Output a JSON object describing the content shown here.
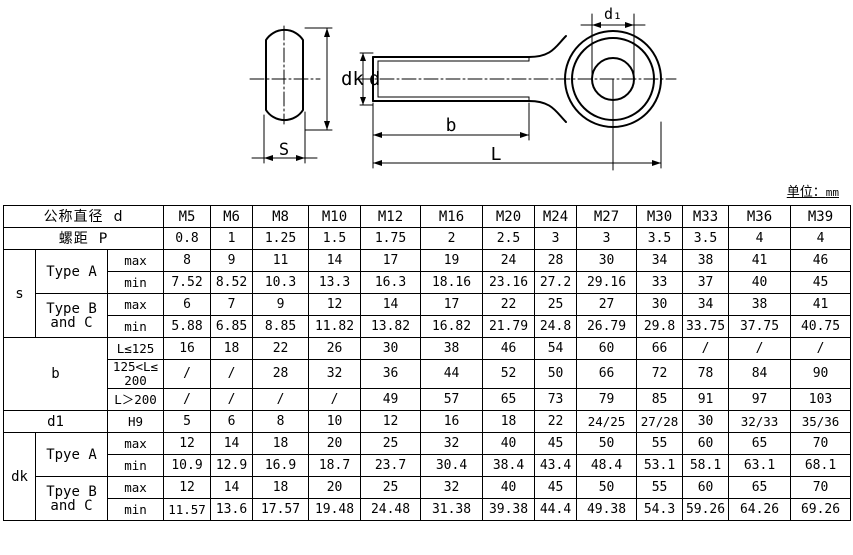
{
  "drawing": {
    "labels": {
      "dk": "dk",
      "d": "d",
      "s": "S",
      "b": "b",
      "l": "L",
      "d1": "d₁"
    },
    "description": "Eye bolt technical drawing: left side view of head showing S thickness and dk diameter; right elevation showing threaded shank of diameter d, thread length b, total length L, and eye bore d1"
  },
  "unit_note": {
    "label": "单位：",
    "unit": "mm"
  },
  "table": {
    "row_headers": {
      "nominal_diameter": "公称直径",
      "nominal_diameter_symbol": "d",
      "pitch": "螺距",
      "pitch_symbol": "P",
      "s": "s",
      "type_a": "Type A",
      "type_b_and_c": "Type B\nand C",
      "type_b": "Type B",
      "and_c": "and C",
      "b": "b",
      "b_cond_1": "L≤125",
      "b_cond_2_line1": "125<L≤",
      "b_cond_2_line2": "200",
      "b_cond_3": "L＞200",
      "d1": "d1",
      "h9": "H9",
      "dk": "dk",
      "tpye_a": "Tpye A",
      "tpye_b": "Tpye B",
      "tpye_and_c": "and C",
      "max": "max",
      "min": "min"
    },
    "columns": [
      "M5",
      "M6",
      "M8",
      "M10",
      "M12",
      "M16",
      "M20",
      "M24",
      "M27",
      "M30",
      "M33",
      "M36",
      "M39"
    ],
    "rows": {
      "pitch": [
        "0.8",
        "1",
        "1.25",
        "1.5",
        "1.75",
        "2",
        "2.5",
        "3",
        "3",
        "3.5",
        "3.5",
        "4",
        "4"
      ],
      "s_typeA_max": [
        "8",
        "9",
        "11",
        "14",
        "17",
        "19",
        "24",
        "28",
        "30",
        "34",
        "38",
        "41",
        "46"
      ],
      "s_typeA_min": [
        "7.52",
        "8.52",
        "10.3",
        "13.3",
        "16.3",
        "18.16",
        "23.16",
        "27.2",
        "29.16",
        "33",
        "37",
        "40",
        "45"
      ],
      "s_typeBC_max": [
        "6",
        "7",
        "9",
        "12",
        "14",
        "17",
        "22",
        "25",
        "27",
        "30",
        "34",
        "38",
        "41"
      ],
      "s_typeBC_min": [
        "5.88",
        "6.85",
        "8.85",
        "11.82",
        "13.82",
        "16.82",
        "21.79",
        "24.8",
        "26.79",
        "29.8",
        "33.75",
        "37.75",
        "40.75"
      ],
      "b_le125": [
        "16",
        "18",
        "22",
        "26",
        "30",
        "38",
        "46",
        "54",
        "60",
        "66",
        "/",
        "/",
        "/"
      ],
      "b_125_200": [
        "/",
        "/",
        "28",
        "32",
        "36",
        "44",
        "52",
        "50",
        "66",
        "72",
        "78",
        "84",
        "90"
      ],
      "b_gt200": [
        "/",
        "/",
        "/",
        "/",
        "49",
        "57",
        "65",
        "73",
        "79",
        "85",
        "91",
        "97",
        "103"
      ],
      "d1_h9": [
        "5",
        "6",
        "8",
        "10",
        "12",
        "16",
        "18",
        "22",
        "24/25",
        "27/28",
        "30",
        "32/33",
        "35/36"
      ],
      "dk_tpyeA_max": [
        "12",
        "14",
        "18",
        "20",
        "25",
        "32",
        "40",
        "45",
        "50",
        "55",
        "60",
        "65",
        "70"
      ],
      "dk_tpyeA_min": [
        "10.9",
        "12.9",
        "16.9",
        "18.7",
        "23.7",
        "30.4",
        "38.4",
        "43.4",
        "48.4",
        "53.1",
        "58.1",
        "63.1",
        "68.1"
      ],
      "dk_tpyeBC_max": [
        "12",
        "14",
        "18",
        "20",
        "25",
        "32",
        "40",
        "45",
        "50",
        "55",
        "60",
        "65",
        "70"
      ],
      "dk_tpyeBC_min": [
        "11.57",
        "13.6",
        "17.57",
        "19.48",
        "24.48",
        "31.38",
        "39.38",
        "44.4",
        "49.38",
        "54.3",
        "59.26",
        "64.26",
        "69.26"
      ]
    }
  },
  "colors": {
    "line": "#000000",
    "background": "#ffffff"
  }
}
